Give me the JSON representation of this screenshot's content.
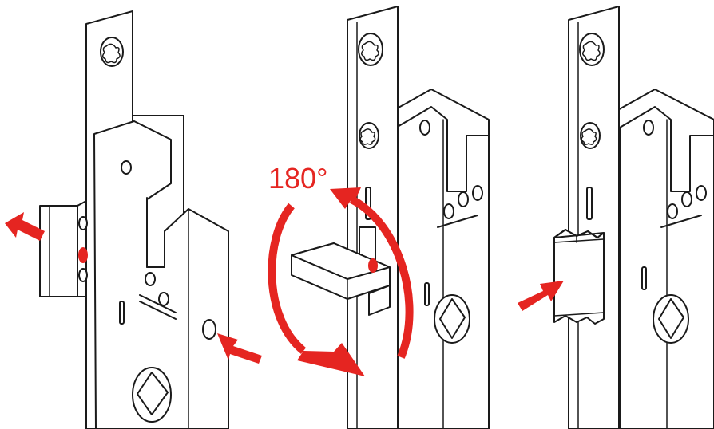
{
  "diagram": {
    "rotation_label": "180°",
    "accent_color": "#e52521",
    "line_color": "#1a1a1a",
    "panels": [
      {
        "step": 1,
        "action": "push-pin-and-pull-out-latch"
      },
      {
        "step": 2,
        "action": "rotate-latch-180"
      },
      {
        "step": 3,
        "action": "push-latch-back-in"
      }
    ]
  }
}
